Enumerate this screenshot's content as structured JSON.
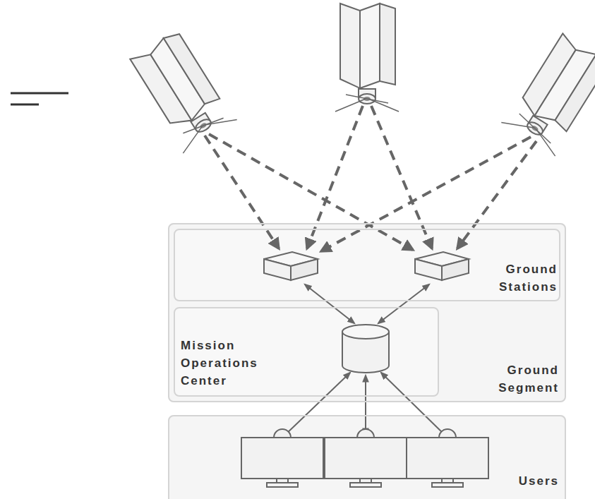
{
  "diagram": {
    "nodes": [
      {
        "text": [
          "Ground Segment"
        ]
      },
      {
        "text": [
          "Ground Stations"
        ],
        "in": 0
      },
      {
        "text": [
          "Mission Operations Center"
        ],
        "in": 0
      },
      {
        "text": [
          "Users"
        ]
      }
    ]
  }
}
